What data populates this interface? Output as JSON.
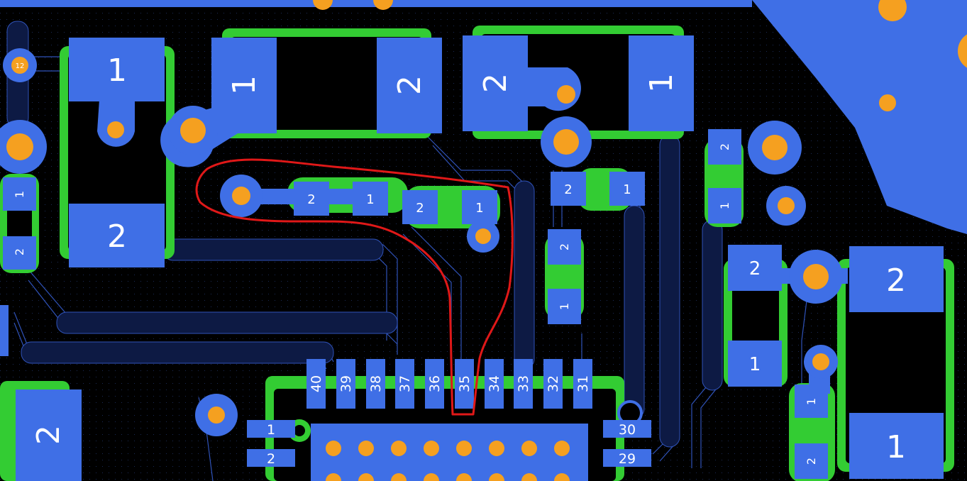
{
  "colors": {
    "background": "#000000",
    "copper": "#3f6fe6",
    "solder_mask_outline": "#33cc33",
    "drill": "#f5a020",
    "annotation": "#e01818",
    "label": "#ffffff"
  },
  "pads": {
    "p_a1": "1",
    "p_a2": "2",
    "p_b1": "1",
    "p_b2": "2",
    "p_c1": "1",
    "p_c2": "2",
    "p_d1": "1",
    "p_d2": "2",
    "s_e2": "2",
    "s_e1": "1",
    "s_f2": "2",
    "s_f1": "1",
    "s_g2": "2",
    "s_g1": "1",
    "s_h2": "2",
    "s_h1": "1",
    "s_i2": "2",
    "s_i1": "1",
    "s_j2": "2",
    "s_j1": "1",
    "s_k1": "1",
    "s_k2": "2",
    "s_l2": "2",
    "s_l1": "1",
    "p_m2": "2",
    "p_m1": "1",
    "p_n2": "2",
    "via_label": "12"
  },
  "connector": {
    "top_pins": [
      "40",
      "39",
      "38",
      "37",
      "36",
      "35",
      "34",
      "33",
      "32",
      "31"
    ],
    "left_pins": [
      "1",
      "2"
    ],
    "right_pins": [
      "30",
      "29"
    ]
  }
}
